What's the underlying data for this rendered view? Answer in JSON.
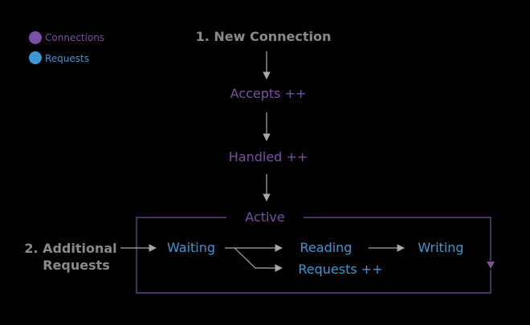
{
  "legend": {
    "connections": {
      "label": "Connections",
      "color": "#7a4fa6"
    },
    "requests": {
      "label": "Requests",
      "color": "#3c97d3"
    }
  },
  "colors": {
    "gray_text": "#8a8a8a",
    "purple_text": "#7a4fa6",
    "blue_text": "#3c97d3",
    "arrow_gray": "#a8a8a8",
    "purple_line": "#7a4fa6"
  },
  "nodes": {
    "new_connection": "1. New Connection",
    "accepts": "Accepts ++",
    "handled": "Handled ++",
    "active": "Active",
    "additional_line1": "2. Additional",
    "additional_line2": "Requests",
    "waiting": "Waiting",
    "reading": "Reading",
    "writing": "Writing",
    "requests_inc": "Requests ++"
  }
}
